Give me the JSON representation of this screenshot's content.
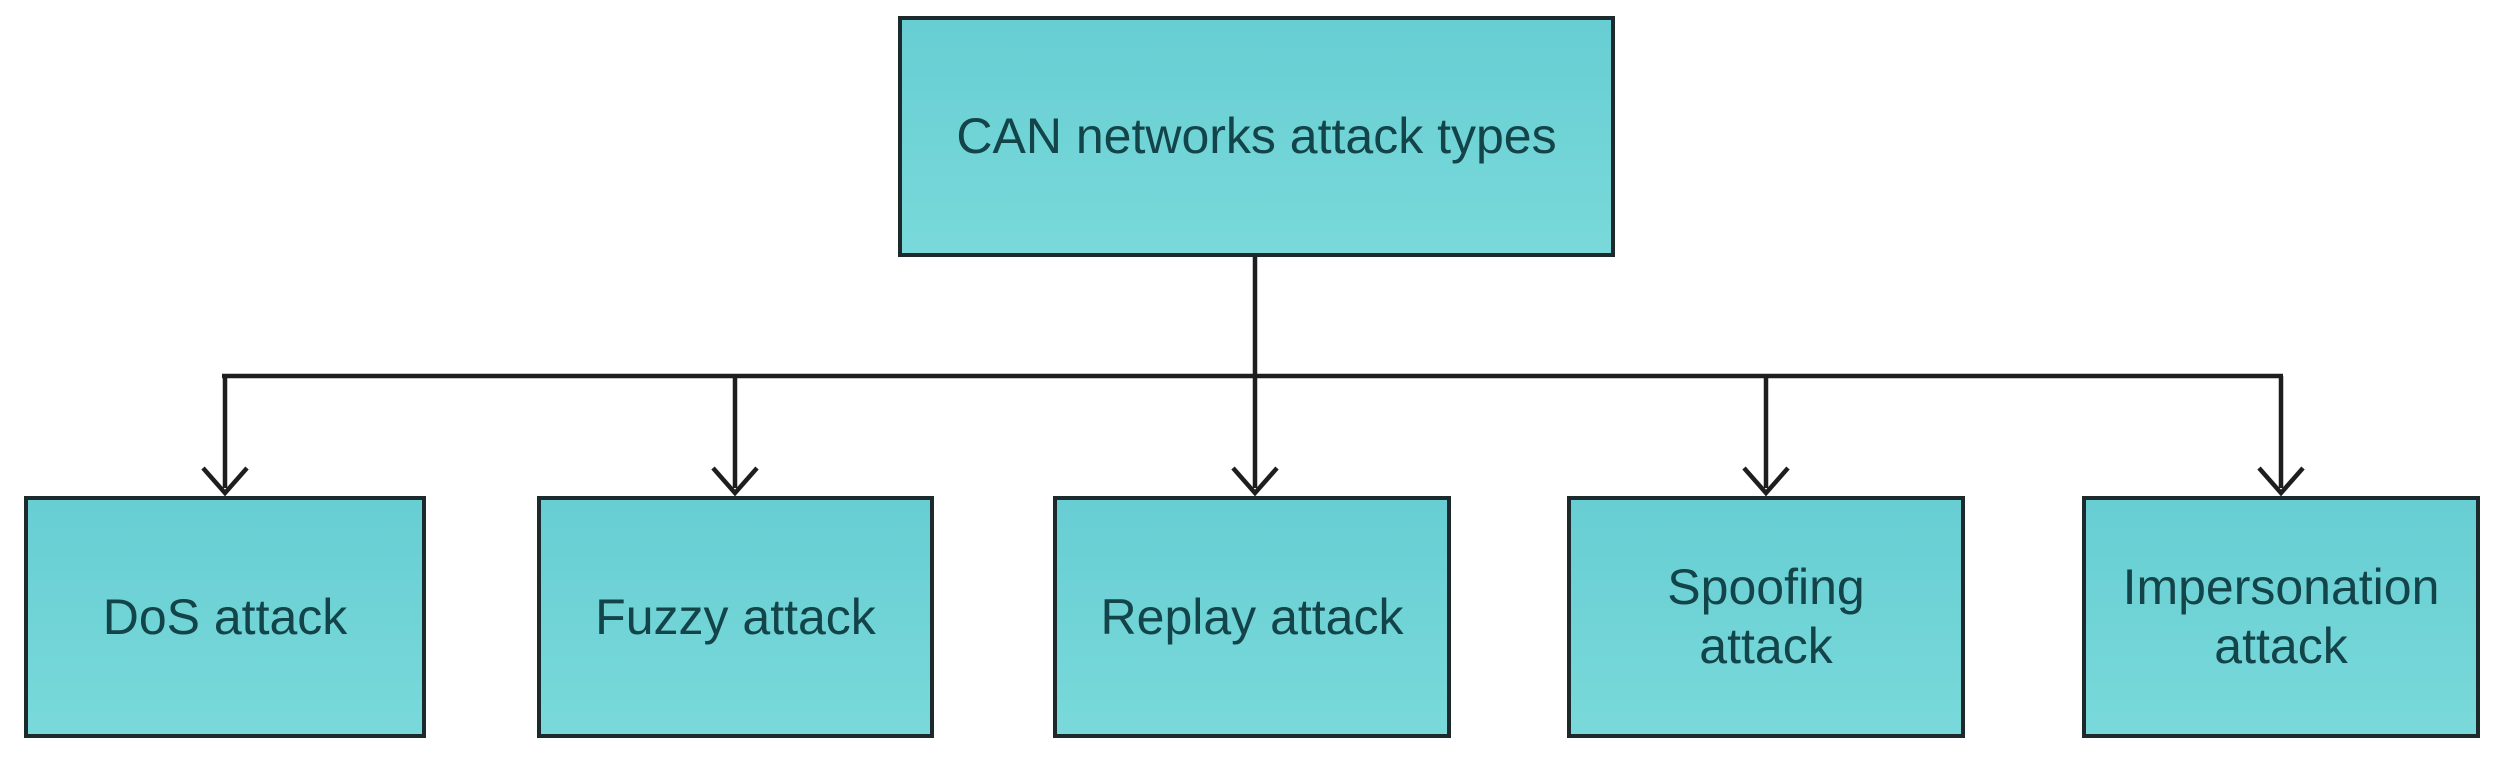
{
  "diagram": {
    "root": {
      "label": "CAN networks attack types"
    },
    "children": [
      {
        "label": "DoS attack"
      },
      {
        "label": "Fuzzy attack"
      },
      {
        "label": "Replay attack"
      },
      {
        "label": "Spoofing attack"
      },
      {
        "label": "Impersonation attack"
      }
    ]
  },
  "colors": {
    "background": "#ffffff",
    "box_fill_top": "#67ced3",
    "box_fill_bottom": "#79d9da",
    "box_border": "#1c2a2b",
    "text": "#134449",
    "connector": "#1e1e1e"
  }
}
